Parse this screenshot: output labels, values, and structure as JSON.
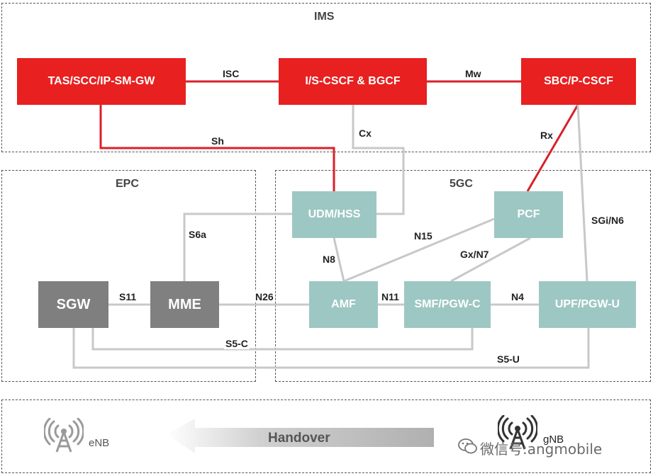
{
  "regions": {
    "ims": "IMS",
    "epc": "EPC",
    "fivegc": "5GC"
  },
  "nodes": {
    "tas": "TAS/SCC/IP-SM-GW",
    "cscf": "I/S-CSCF & BGCF",
    "sbc": "SBC/P-CSCF",
    "udm": "UDM/HSS",
    "pcf": "PCF",
    "sgw": "SGW",
    "mme": "MME",
    "amf": "AMF",
    "smf": "SMF/PGW-C",
    "upf": "UPF/PGW-U"
  },
  "interfaces": {
    "isc": "ISC",
    "mw": "Mw",
    "sh": "Sh",
    "cx": "Cx",
    "rx": "Rx",
    "sgi": "SGi/N6",
    "s6a": "S6a",
    "n15": "N15",
    "n8": "N8",
    "gxn7": "Gx/N7",
    "s11": "S11",
    "n26": "N26",
    "n11": "N11",
    "n4": "N4",
    "s5c": "S5-C",
    "s5u": "S5-U"
  },
  "bottom": {
    "enb": "eNB",
    "handover": "Handover",
    "gnb": "gNB",
    "watermark": "微信号:angmobile"
  },
  "colors": {
    "ims_node": "#e82020",
    "fivegc_node": "#9dc7c3",
    "epc_node": "#7f7f7f",
    "ims_link": "#d9202a",
    "other_link": "#c8c8c8"
  }
}
